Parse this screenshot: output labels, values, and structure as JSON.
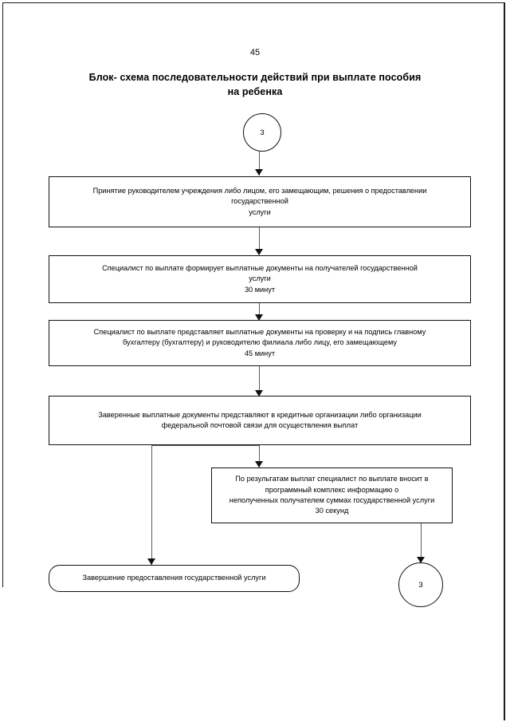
{
  "page": {
    "number": "45",
    "title": "Блок- схема последовательности действий при выплате\nпособия на ребенка"
  },
  "flowchart": {
    "type": "flowchart",
    "nodes": [
      {
        "id": "connector-top",
        "shape": "circle",
        "label": "3"
      },
      {
        "id": "step-1",
        "shape": "process",
        "label": "Принятие руководителем учреждения либо лицом, его замещающим, решения о предоставлении\nгосударственной\nуслуги"
      },
      {
        "id": "step-2",
        "shape": "process",
        "label": "Специалист по выплате формирует выплатные документы на получателей государственной\nуслуги\n30 минут"
      },
      {
        "id": "step-3",
        "shape": "process",
        "label": "Специалист по выплате представляет выплатные документы на проверку и на подпись главному\nбухгалтеру  (бухгалтеру) и руководителю филиала либо лицу, его замещающему\n45 минут"
      },
      {
        "id": "step-4",
        "shape": "process",
        "label": "Заверенные выплатные документы представляют в кредитные организации либо организации\nфедеральной почтовой связи для осуществления выплат"
      },
      {
        "id": "step-5",
        "shape": "process",
        "label": "По результатам выплат специалист по выплате вносит в\nпрограммный комплекс информацию о\nнеполученных получателем суммах государственной услуги\n30 секунд"
      },
      {
        "id": "terminator-end",
        "shape": "terminator",
        "label": "Завершение предоставления государственной услуги"
      },
      {
        "id": "connector-bottom",
        "shape": "circle",
        "label": "3"
      }
    ]
  }
}
